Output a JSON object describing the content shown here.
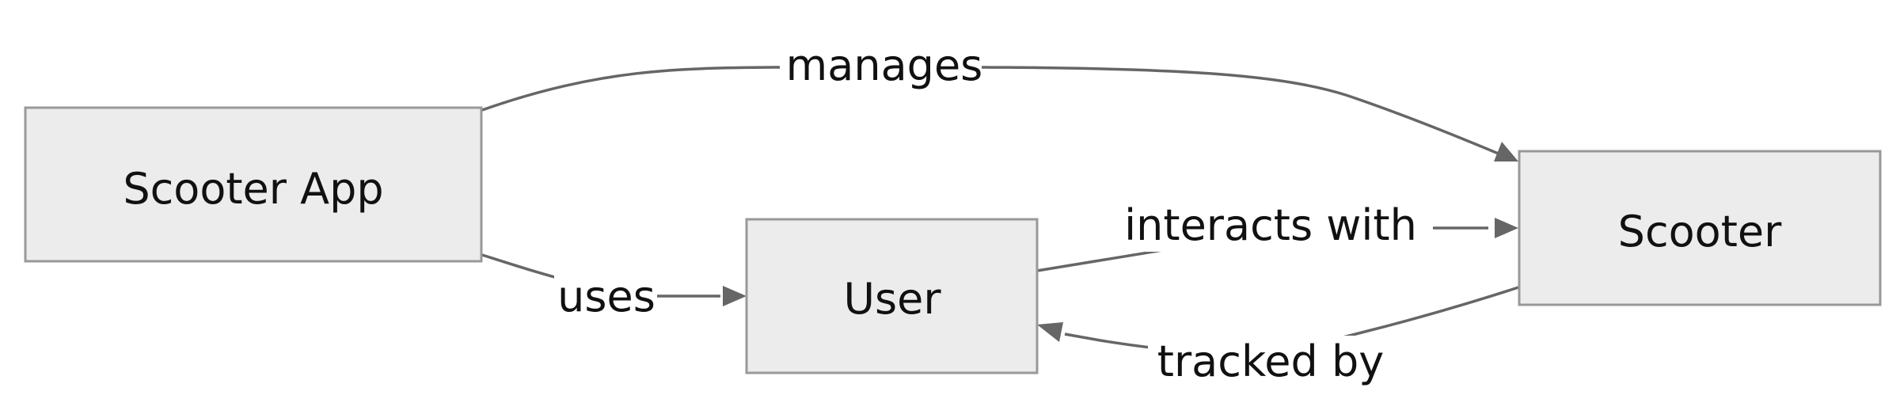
{
  "diagram": {
    "nodes": {
      "scooter_app": {
        "label": "Scooter App"
      },
      "user": {
        "label": "User"
      },
      "scooter": {
        "label": "Scooter"
      }
    },
    "edges": {
      "manages": {
        "from": "scooter_app",
        "to": "scooter",
        "label": "manages"
      },
      "uses": {
        "from": "scooter_app",
        "to": "user",
        "label": "uses"
      },
      "interacts_with": {
        "from": "user",
        "to": "scooter",
        "label": "interacts with"
      },
      "tracked_by": {
        "from": "scooter",
        "to": "user",
        "label": "tracked by"
      }
    },
    "colors": {
      "node_fill": "#ececec",
      "node_stroke": "#999999",
      "edge_stroke": "#666666",
      "text": "#111111"
    }
  }
}
